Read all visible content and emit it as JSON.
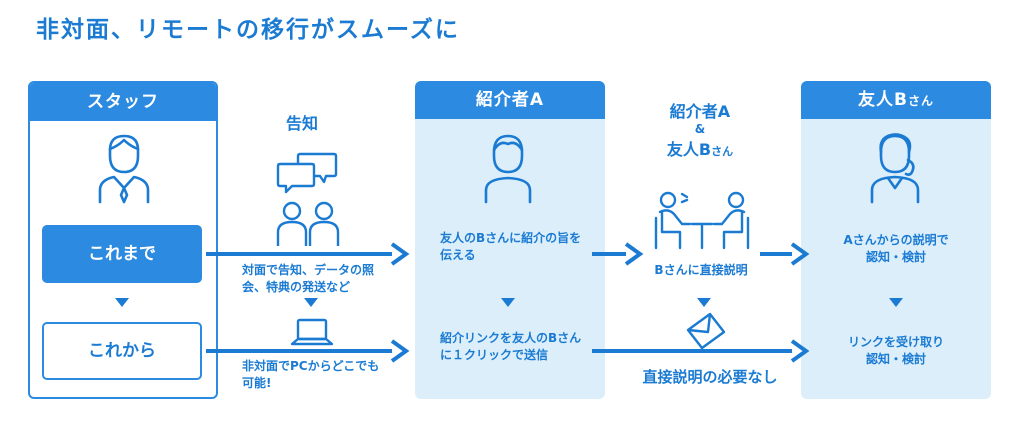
{
  "title": "非対面、リモートの移行がスムーズに",
  "columns": {
    "staff": {
      "header": "スタッフ",
      "before_label": "これまで",
      "after_label": "これから"
    },
    "notice": {
      "label": "告知",
      "before_text": "対面で告知、データの照会、特典の発送など",
      "after_text": "非対面でPCからどこでも可能!"
    },
    "referrer": {
      "header": "紹介者A",
      "before_text": "友人のBさんに紹介の旨を伝える",
      "after_text": "紹介リンクを友人のBさんに１クリックで送信"
    },
    "explain": {
      "label_line1": "紹介者A",
      "label_amp": "&",
      "label_line2": "友人B",
      "label_line2_suffix": "さん",
      "before_text": "Bさんに直接説明",
      "after_text": "直接説明の必要なし"
    },
    "friend": {
      "header": "友人B",
      "header_suffix": "さん",
      "before_text_line1": "Aさんからの説明で",
      "before_text_line2": "認知・検討",
      "after_text_line1": "リンクを受け取り",
      "after_text_line2": "認知・検討"
    }
  },
  "colors": {
    "primary": "#2c8be0",
    "text": "#1b7bd3",
    "panel_fill": "#dbeefa"
  },
  "icons": [
    "person-icon",
    "chat-bubbles-icon",
    "two-people-icon",
    "laptop-icon",
    "meeting-icon",
    "envelope-icon",
    "arrow-right-icon",
    "triangle-down-icon"
  ]
}
